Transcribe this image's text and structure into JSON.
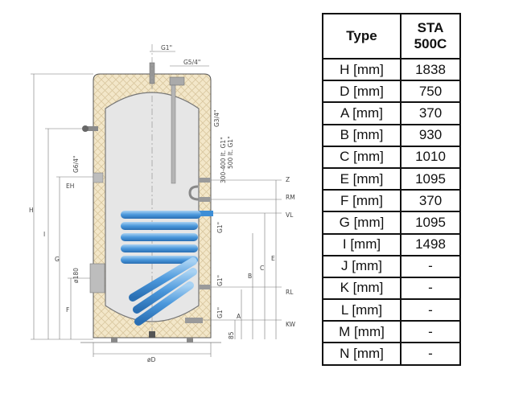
{
  "diagram": {
    "labels": {
      "g1_top": "G1\"",
      "g54": "G5/4\"",
      "g34": "G3/4\"",
      "g34_note": "300-400 lt. G1\"",
      "g34_note2": "500 lt. G1\"",
      "g64": "G6/4\"",
      "eh": "EH",
      "phi180": "ø180",
      "g1_vl": "G1\"",
      "g1_rl": "G1\"",
      "g1_kw": "G1\"",
      "z": "Z",
      "rm": "RM",
      "vl": "VL",
      "rl": "RL",
      "kw": "KW",
      "h": "H",
      "i": "I",
      "g": "G",
      "f": "F",
      "e": "E",
      "c": "C",
      "b": "B",
      "a": "A",
      "dim85": "85",
      "od": "øD"
    },
    "colors": {
      "insulation": "#f3e7c9",
      "insulation_hatch": "#d9c79f",
      "tank_inner": "#e6e6e6",
      "coil": "#3d8ed6",
      "coil_highlight": "#a9d2f3",
      "dim_line": "#777777"
    }
  },
  "table": {
    "header": {
      "col1": "Type",
      "col2_line1": "STA",
      "col2_line2": "500C"
    },
    "rows": [
      {
        "label": "H [mm]",
        "value": "1838"
      },
      {
        "label": "D [mm]",
        "value": "750"
      },
      {
        "label": "A [mm]",
        "value": "370"
      },
      {
        "label": "B [mm]",
        "value": "930"
      },
      {
        "label": "C [mm]",
        "value": "1010"
      },
      {
        "label": "E [mm]",
        "value": "1095"
      },
      {
        "label": "F [mm]",
        "value": "370"
      },
      {
        "label": "G [mm]",
        "value": "1095"
      },
      {
        "label": "I [mm]",
        "value": "1498"
      },
      {
        "label": "J [mm]",
        "value": "-"
      },
      {
        "label": "K [mm]",
        "value": "-"
      },
      {
        "label": "L [mm]",
        "value": "-"
      },
      {
        "label": "M [mm]",
        "value": "-"
      },
      {
        "label": "N [mm]",
        "value": "-"
      }
    ]
  }
}
